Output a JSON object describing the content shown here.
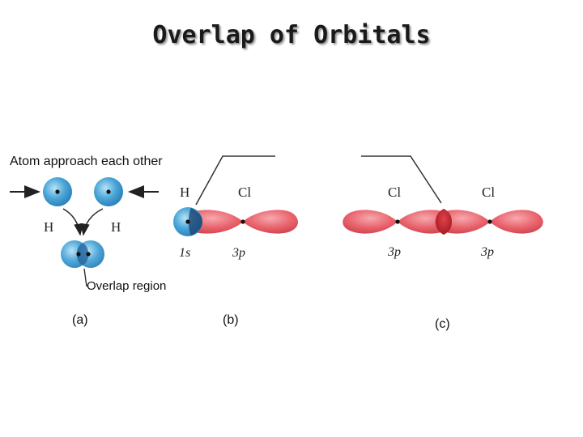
{
  "title": "Overlap of Orbitals",
  "panel_a": {
    "heading": "Atom approach each other",
    "left_atom_label": "H",
    "right_atom_label": "H",
    "overlap_label": "Overlap region",
    "caption": "(a)"
  },
  "panel_b": {
    "atom_h_label": "H",
    "atom_cl_label": "Cl",
    "orbital_h_label": "1s",
    "orbital_cl_label": "3p",
    "caption": "(b)"
  },
  "panel_c": {
    "atom_left_label": "Cl",
    "atom_right_label": "Cl",
    "orbital_left_label": "3p",
    "orbital_right_label": "3p",
    "caption": "(c)"
  },
  "colors": {
    "s_orbital": "#4aa6d8",
    "p_orbital": "#e8606a",
    "overlap": "#c0282e"
  }
}
